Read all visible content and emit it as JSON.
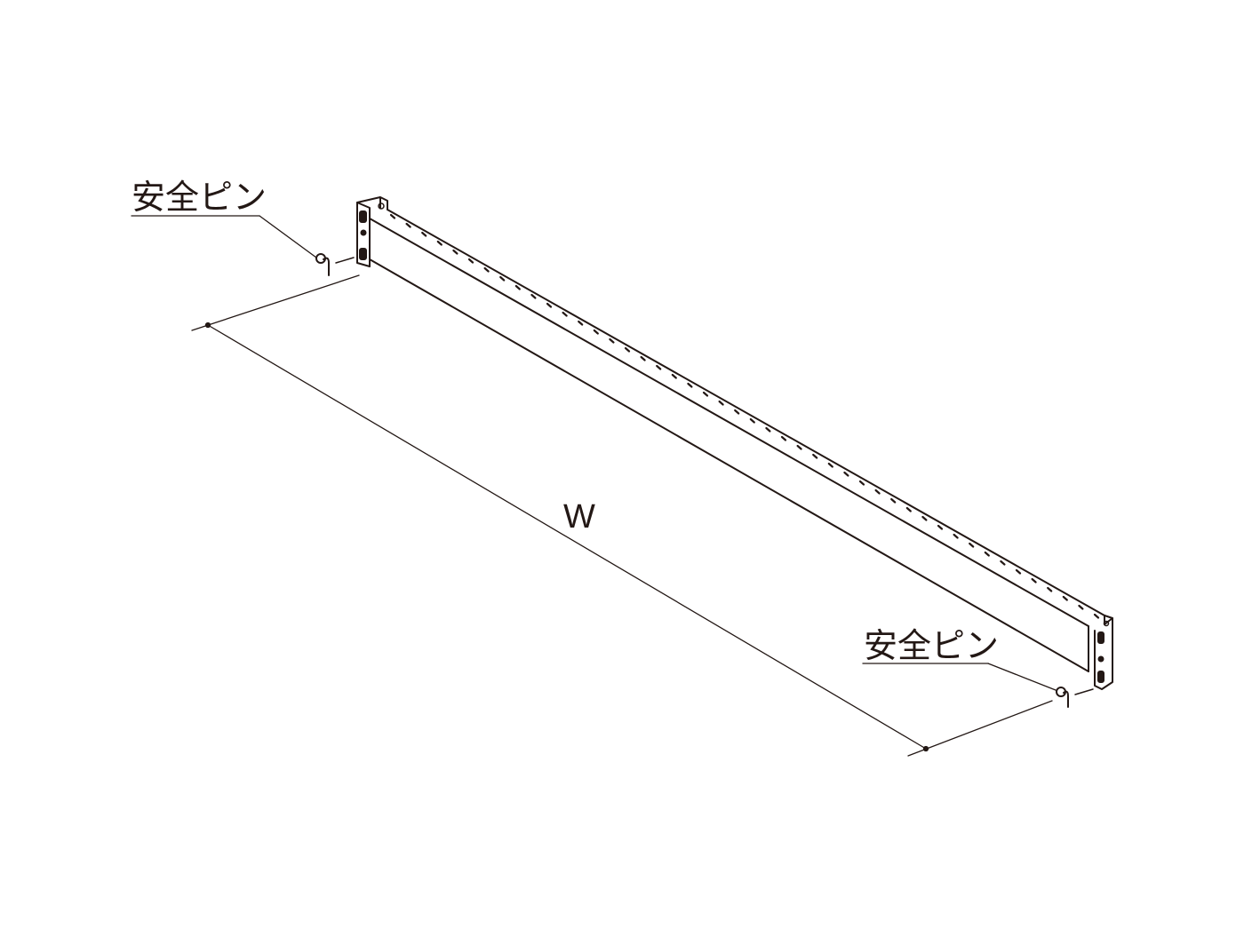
{
  "labels": {
    "pin_left": "安全ピン",
    "pin_right": "安全ピン",
    "width_dim": "W"
  },
  "colors": {
    "line": "#231815",
    "background": "#ffffff"
  }
}
